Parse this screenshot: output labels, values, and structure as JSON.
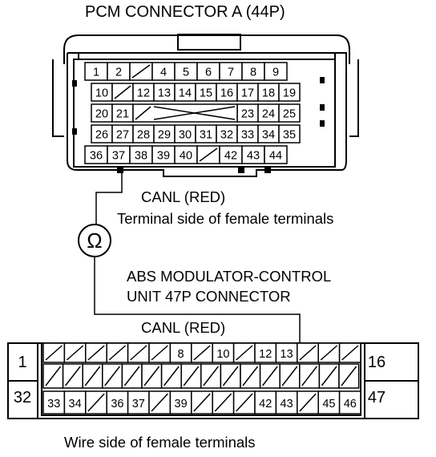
{
  "pcm_connector": {
    "title": "PCM CONNECTOR A (44P)",
    "rows": [
      [
        "1",
        "2",
        "",
        "4",
        "5",
        "6",
        "7",
        "8",
        "9"
      ],
      [
        "10",
        "",
        "12",
        "13",
        "14",
        "15",
        "16",
        "17",
        "18",
        "19"
      ],
      [
        "20",
        "21",
        "",
        "",
        "",
        "",
        "",
        "23",
        "24",
        "25"
      ],
      [
        "26",
        "27",
        "28",
        "29",
        "30",
        "31",
        "32",
        "33",
        "34",
        "35"
      ],
      [
        "36",
        "37",
        "38",
        "39",
        "40",
        "",
        "42",
        "43",
        "44"
      ]
    ],
    "probe_terminal": "37"
  },
  "probe_label": "CANL (RED)",
  "pcm_view_caption": "Terminal side of female terminals",
  "meter_symbol": "Ω",
  "abs_connector": {
    "title_line1": "ABS MODULATOR-CONTROL",
    "title_line2": "UNIT 47P CONNECTOR",
    "wire_label": "CANL (RED)",
    "left_top": "1",
    "left_bottom": "32",
    "right_top": "16",
    "right_bottom": "47",
    "row1": [
      "",
      "",
      "",
      "",
      "",
      "",
      "8",
      "",
      "10",
      "",
      "12",
      "13",
      "",
      "",
      ""
    ],
    "row3": [
      "33",
      "34",
      "",
      "36",
      "37",
      "",
      "39",
      "",
      "",
      "",
      "42",
      "43",
      "",
      "45",
      "46"
    ],
    "probe_terminal": "13"
  },
  "abs_view_caption": "Wire side of female terminals"
}
